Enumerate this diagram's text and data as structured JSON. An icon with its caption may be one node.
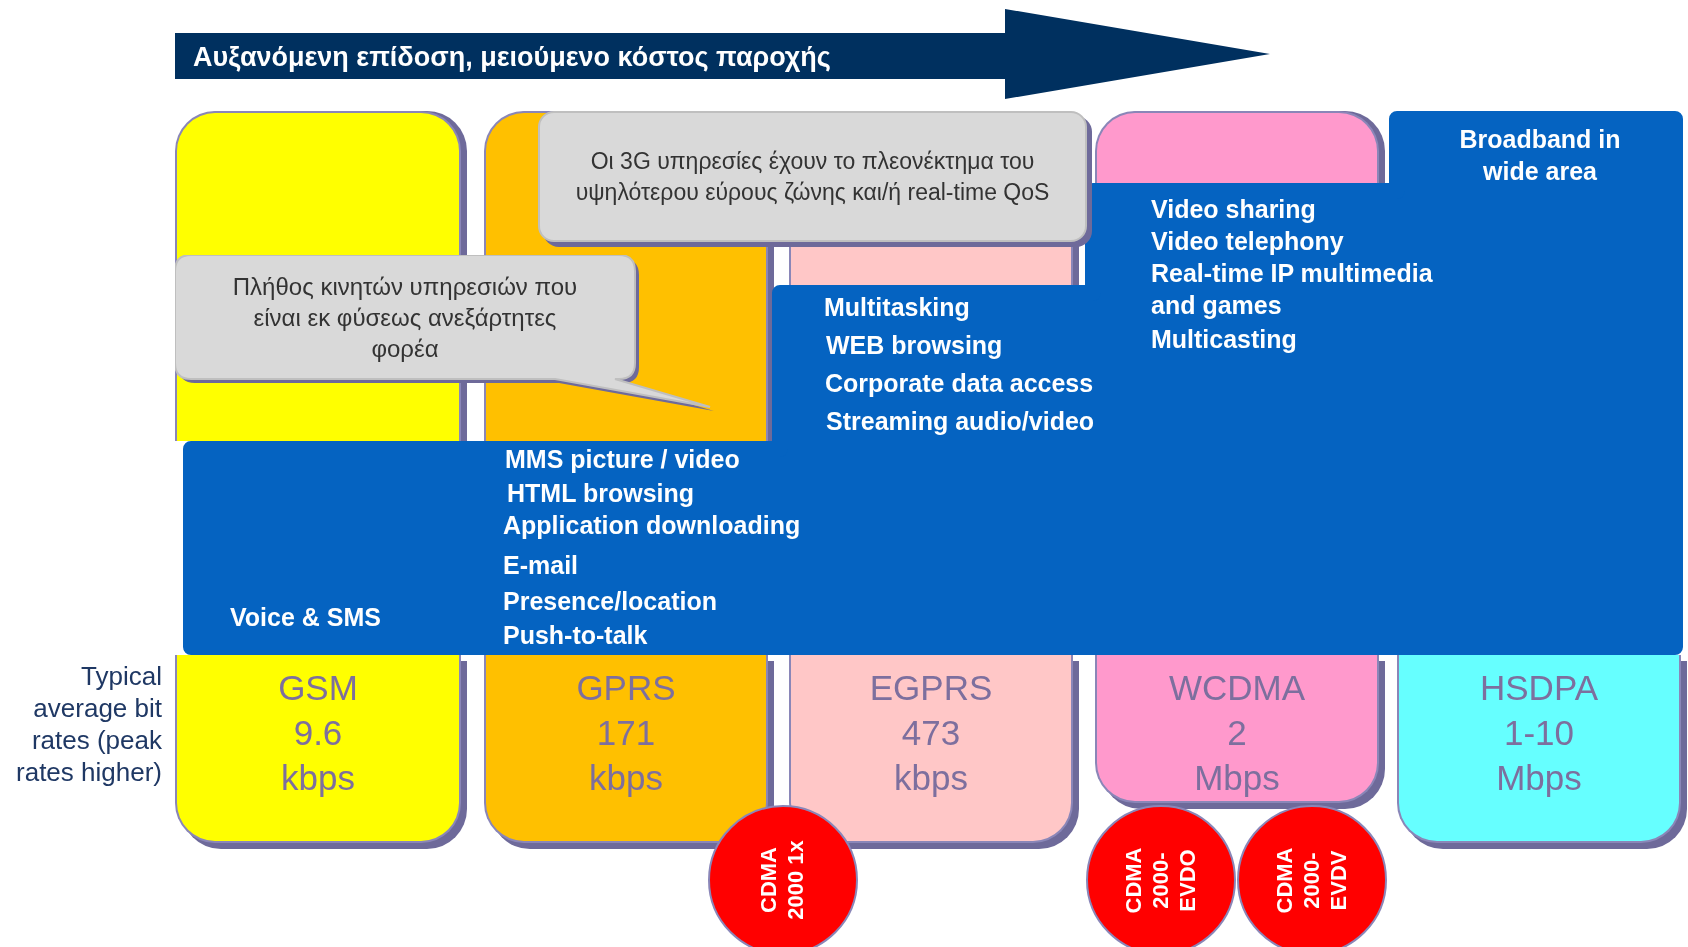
{
  "diagram": {
    "nodes": [
      {
        "text": [
          "Αυξανόμενη επίδοση, μειούμενο κόστος παροχής"
        ]
      },
      {
        "text": [
          "GSM",
          "9.6",
          "kbps"
        ]
      },
      {
        "text": [
          "GPRS",
          "171",
          "kbps"
        ]
      },
      {
        "text": [
          "EGPRS",
          "473",
          "kbps"
        ]
      },
      {
        "text": [
          "WCDMA",
          "2",
          "Mbps"
        ]
      },
      {
        "text": [
          "HSDPA",
          "1-10",
          "Mbps"
        ]
      },
      {
        "text": [
          "Voice & SMS",
          "MMS picture / video",
          "HTML browsing",
          "Application downloading",
          "E-mail",
          "Presence/location",
          "Push-to-talk",
          "Multitasking",
          "WEB browsing",
          "Corporate data access",
          "Streaming audio/video",
          "Video sharing",
          "Video telephony",
          "Real-time IP multimedia and games",
          "Multicasting",
          "Broadband in wide area"
        ]
      },
      {
        "text": [
          "Οι 3G υπηρεσίες έχουν το πλεονέκτημα του υψηλότερου εύρους ζώνης και/ή real-time QoS"
        ]
      },
      {
        "text": [
          "Πλήθος κινητών υπηρεσιών που είναι εκ φύσεως ανεξάρτητες φορέα"
        ]
      },
      {
        "text": [
          "CDMA 2000 1x"
        ]
      },
      {
        "text": [
          "CDMA 2000-EVDO"
        ]
      },
      {
        "text": [
          "CDMA 2000-EVDV"
        ]
      },
      {
        "text": [],
        "shape": "box"
      },
      {
        "text": [],
        "shape": "box"
      },
      {
        "text": [],
        "shape": "box"
      },
      {
        "text": [],
        "shape": "box"
      }
    ],
    "labels": [
      "Typical average bit rates (peak rates higher)"
    ]
  }
}
